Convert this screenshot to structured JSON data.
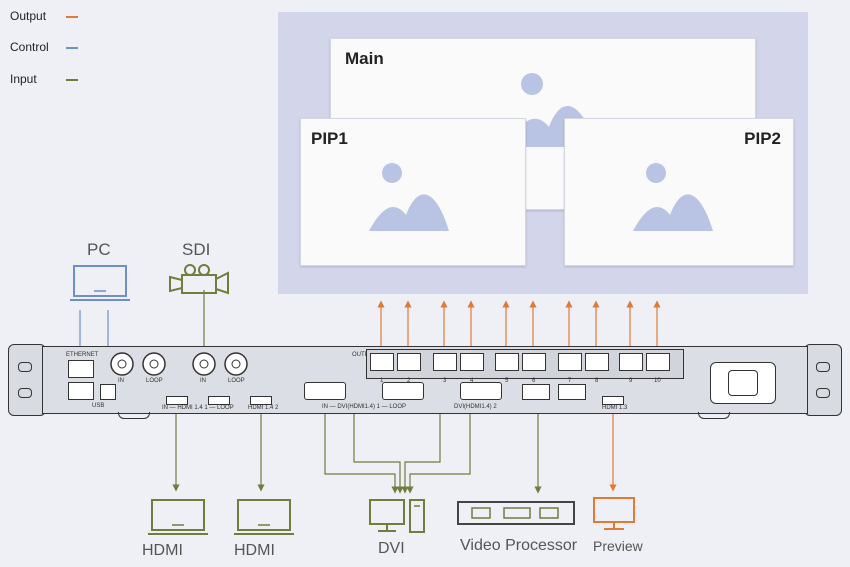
{
  "legend": [
    {
      "label": "Output",
      "color": "#e07a35"
    },
    {
      "label": "Control",
      "color": "#6f8fc8"
    },
    {
      "label": "Input",
      "color": "#6f7d3f"
    }
  ],
  "layout": {
    "main_title": "Main",
    "pip1_title": "PIP1",
    "pip2_title": "PIP2"
  },
  "devices": {
    "pc": "PC",
    "sdi": "SDI",
    "hdmi1": "HDMI",
    "hdmi2": "HDMI",
    "dvi": "DVI",
    "video_processor": "Video Processor",
    "preview": "Preview"
  },
  "panel": {
    "ethernet": "ETHERNET",
    "usb": "USB",
    "in": "IN",
    "loop": "LOOP",
    "hdmi_in": "IN — HDMI 1.4 1 — LOOP",
    "hdmi_2": "HDMI 1.4 2",
    "dvi_1": "IN — DVI(HDMI1.4) 1 — LOOP",
    "dvi_2": "DVI(HDMI1.4) 2",
    "hdmi_out": "HDMI 1.3",
    "output": "OUTPUT",
    "port_numbers": [
      "1",
      "2",
      "3",
      "4",
      "5",
      "6",
      "7",
      "8",
      "9",
      "10"
    ]
  },
  "colors": {
    "output": "#e07a35",
    "control": "#6f8fc8",
    "input": "#6f7d3f",
    "layout_bg": "#d3d5ea",
    "panel": "#d9dbe2"
  }
}
